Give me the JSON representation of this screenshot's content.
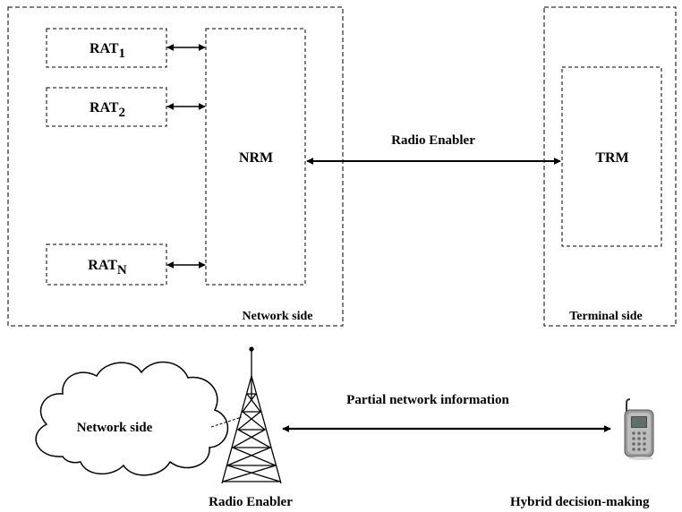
{
  "top": {
    "rats": [
      {
        "base": "RAT",
        "sub": "1"
      },
      {
        "base": "RAT",
        "sub": "2"
      },
      {
        "base": "RAT",
        "sub": "N"
      }
    ],
    "nrm_label": "NRM",
    "trm_label": "TRM",
    "link_label": "Radio Enabler",
    "network_box_label": "Network side",
    "terminal_box_label": "Terminal side"
  },
  "bottom": {
    "cloud_label": "Network side",
    "link_label": "Partial network information",
    "tower_label": "Radio Enabler",
    "phone_label": "Hybrid decision-making"
  }
}
